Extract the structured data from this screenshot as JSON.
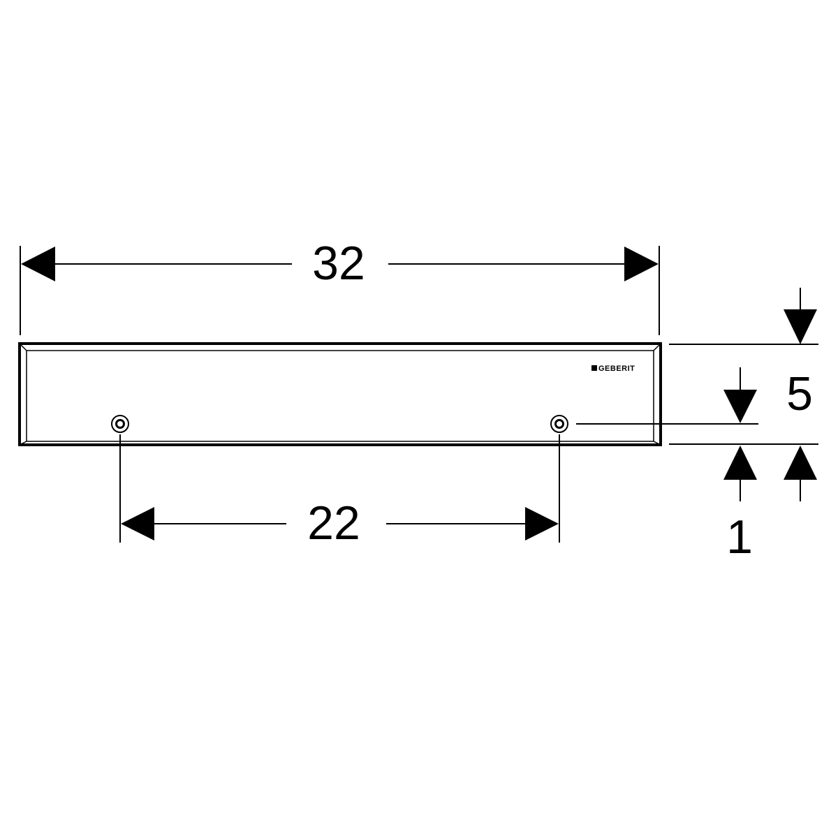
{
  "brand": {
    "name": "GEBERIT"
  },
  "dimensions": {
    "overall_width": "32",
    "hole_spacing": "22",
    "total_height": "5",
    "hole_offset": "1"
  },
  "colors": {
    "line": "#000000",
    "background": "#ffffff"
  }
}
